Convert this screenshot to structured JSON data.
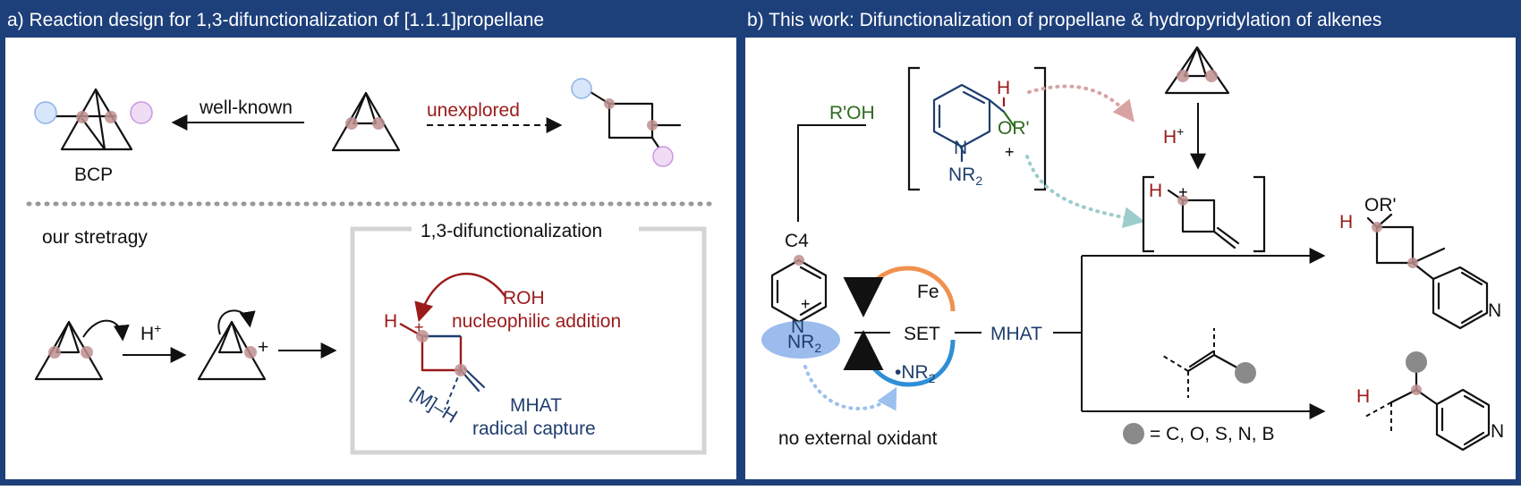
{
  "panel_a": {
    "title": "a) Reaction design for 1,3-difunctionalization of [1.1.1]propellane",
    "well_known": "well-known",
    "unexplored": "unexplored",
    "bcp": "BCP",
    "strategy": "our stretragy",
    "box_title": "1,3-difunctionalization",
    "h_plus": "H",
    "h_plus_sup": "+",
    "plus": "+",
    "h": "H",
    "roh": "ROH",
    "nucleophilic": "nucleophilic addition",
    "m_h": "[M]–H",
    "mhat": "MHAT",
    "radical_capture": "radical capture"
  },
  "panel_b": {
    "title": "b) This work: Difunctionalization of propellane & hydropyridylation of alkenes",
    "roh_prime": "R'OH",
    "c4": "C4",
    "h": "H",
    "or_prime": "OR'",
    "n": "N",
    "nr2": "NR",
    "nr2_sub": "2",
    "plus": "+",
    "h_plus": "H",
    "h_plus_sup": "+",
    "fe": "Fe",
    "set": "SET",
    "mhat": "MHAT",
    "nr2_radical": "•NR",
    "nr2_radical_sub": "2",
    "no_oxidant": "no external oxidant",
    "legend_eq": "= C, O, S, N, B",
    "product_or": "OR'",
    "product_h": "H",
    "product_n": "N"
  },
  "colors": {
    "header": "#1d3f7a",
    "dark_red": "#9b1b1b",
    "navy": "#1f3e6e",
    "green": "#2d6a1f",
    "fe_orange": "#f0914f",
    "radical_blue": "#2f8fd6",
    "ellipse_blue": "#7aa6e6",
    "teal": "#9ccccc",
    "pink": "#d9a3a3",
    "gray": "#8a8a8a"
  }
}
